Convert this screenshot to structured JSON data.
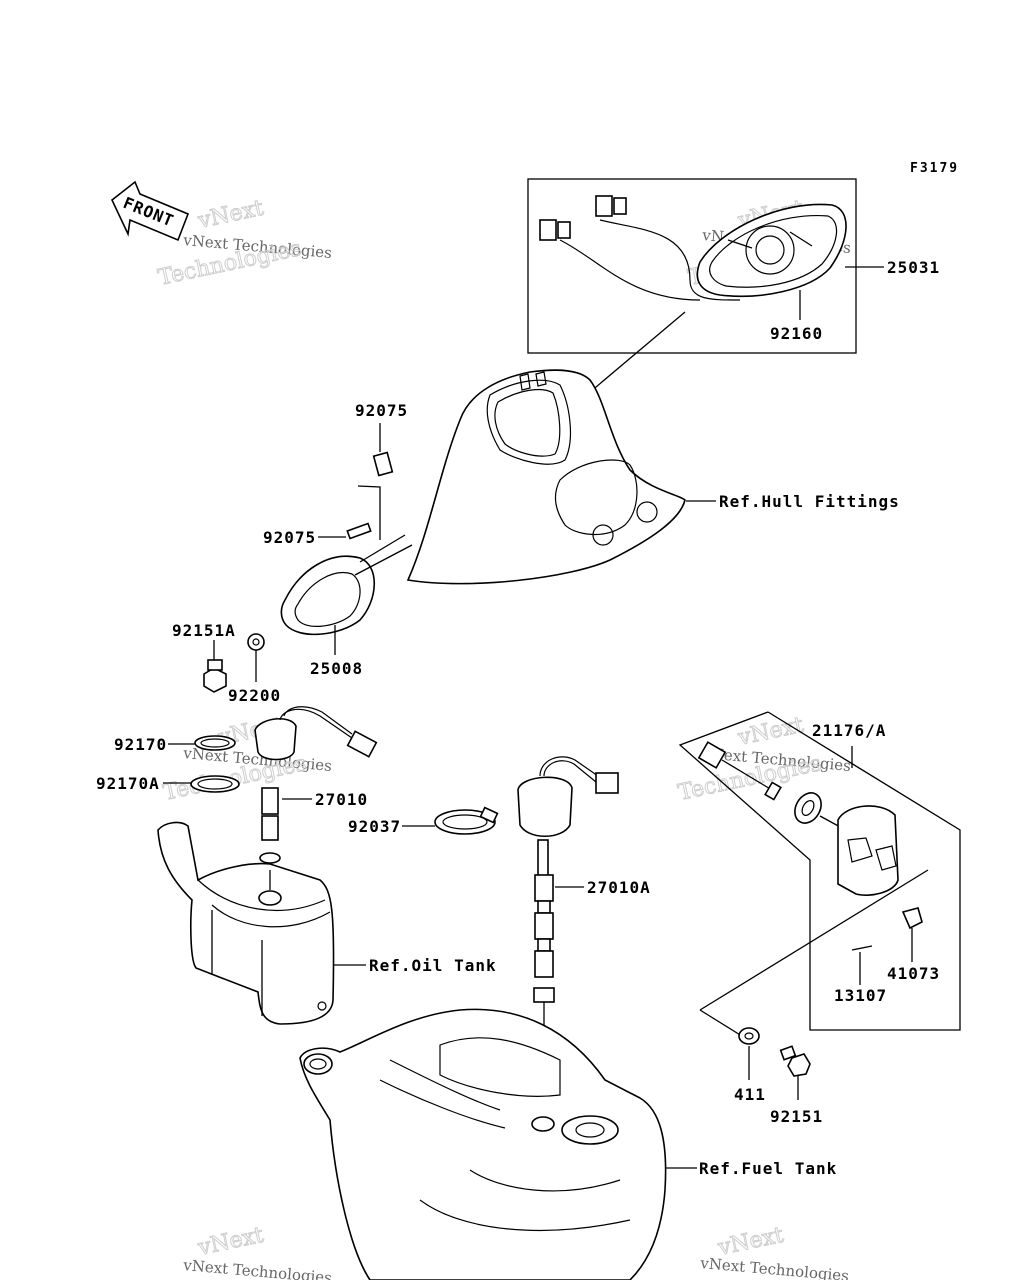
{
  "figure_code": "F3179",
  "front_arrow": "FRONT",
  "watermark": {
    "line1": "vNext",
    "line2": "vNext Technologies",
    "line3": "Technologies"
  },
  "parts": {
    "p25031": "25031",
    "p92160": "92160",
    "p92075a": "92075",
    "p92075b": "92075",
    "p25008": "25008",
    "p92151a": "92151A",
    "p92200": "92200",
    "p92170": "92170",
    "p92170a": "92170A",
    "p27010": "27010",
    "p92037": "92037",
    "p27010a": "27010A",
    "p21176": "21176/A",
    "p41073": "41073",
    "p13107": "13107",
    "p411": "411",
    "p92151": "92151"
  },
  "references": {
    "hull": "Ref.Hull Fittings",
    "oil": "Ref.Oil Tank",
    "fuel": "Ref.Fuel Tank"
  }
}
